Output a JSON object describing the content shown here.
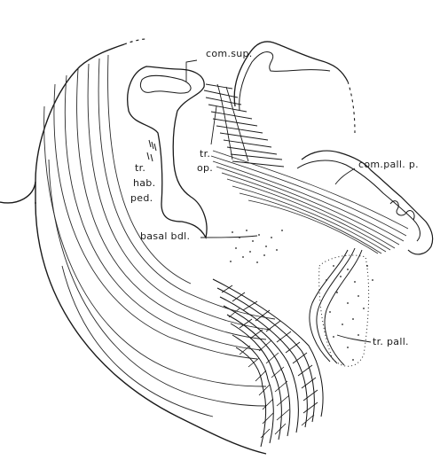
{
  "figure": {
    "labels": {
      "com_sup": "com.sup.",
      "tr_hab_ped_1": "tr.",
      "tr_hab_ped_2": "hab.",
      "tr_hab_ped_3": "ped.",
      "tr_op_1": "tr.",
      "tr_op_2": "op.",
      "com_pall_p": "com.pall. p.",
      "basal_bdl": "basal bdl.",
      "tr_pall": "tr. pall."
    },
    "colors": {
      "ink": "#1a1a1a",
      "paper": "#ffffff"
    }
  }
}
